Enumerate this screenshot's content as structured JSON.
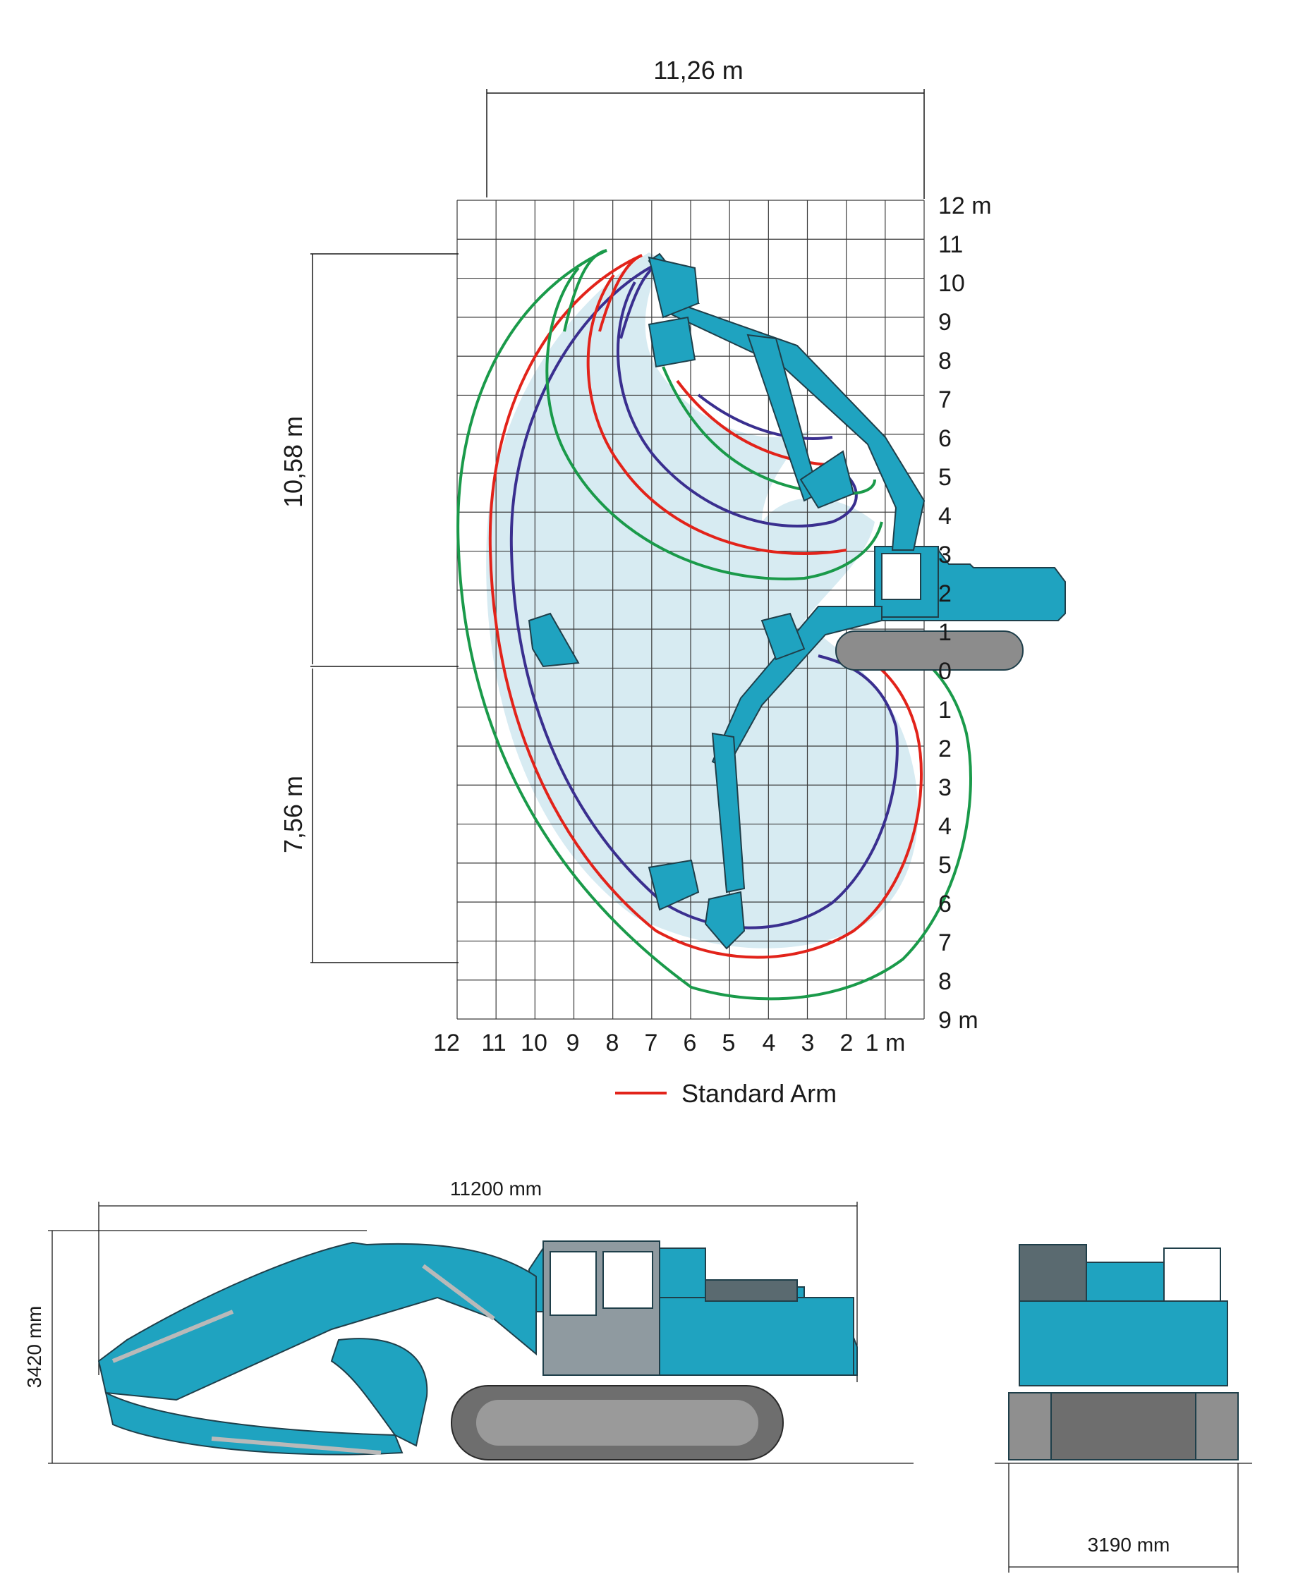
{
  "diagram": {
    "dimensions": {
      "max_reach": "11,26 m",
      "max_height": "10,58 m",
      "max_depth": "7,56 m"
    },
    "y_axis_ticks": [
      "12 m",
      "11",
      "10",
      "9",
      "8",
      "7",
      "6",
      "5",
      "4",
      "3",
      "2",
      "1",
      "0",
      "1",
      "2",
      "3",
      "4",
      "5",
      "6",
      "7",
      "8",
      "9 m"
    ],
    "x_axis_ticks": [
      "12",
      "11",
      "10",
      "9",
      "8",
      "7",
      "6",
      "5",
      "4",
      "3",
      "2",
      "1 m"
    ],
    "legend": {
      "label": "Standard Arm",
      "color": "#e2231a"
    },
    "curve_colors": {
      "green": "#1a9a4a",
      "red": "#e2231a",
      "blue": "#3a2f8f"
    },
    "machine_color": "#1fa3c0",
    "envelope_fill": "#d7ebf2"
  },
  "side_view": {
    "length": "11200 mm",
    "height": "3420 mm"
  },
  "rear_view": {
    "width": "3190 mm"
  }
}
